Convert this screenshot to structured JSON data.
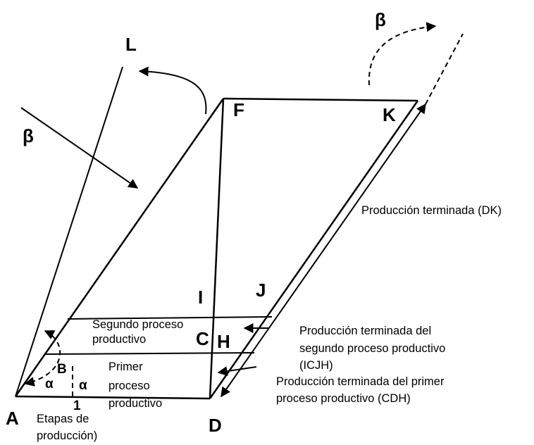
{
  "points": {
    "A": "A",
    "B": "B",
    "C": "C",
    "D": "D",
    "F": "F",
    "H": "H",
    "I": "I",
    "J": "J",
    "K": "K",
    "L": "L"
  },
  "symbols": {
    "beta_top": "β",
    "beta_left": "β",
    "alpha": "α",
    "one": "1"
  },
  "labels": {
    "segundo_1": "Segundo proceso",
    "segundo_2": "productivo",
    "primer_1": "Primer",
    "primer_2": "proceso",
    "primer_3": "productivo",
    "dk": "Producción terminada (DK)",
    "icjh_1": "Producción terminada del",
    "icjh_2": "segundo proceso productivo",
    "icjh_3": "(ICJH)",
    "cdh_1": "Producción terminada del primer",
    "cdh_2": "proceso productivo (CDH)",
    "etapas_1": "Etapas de",
    "etapas_2": "producción)"
  }
}
